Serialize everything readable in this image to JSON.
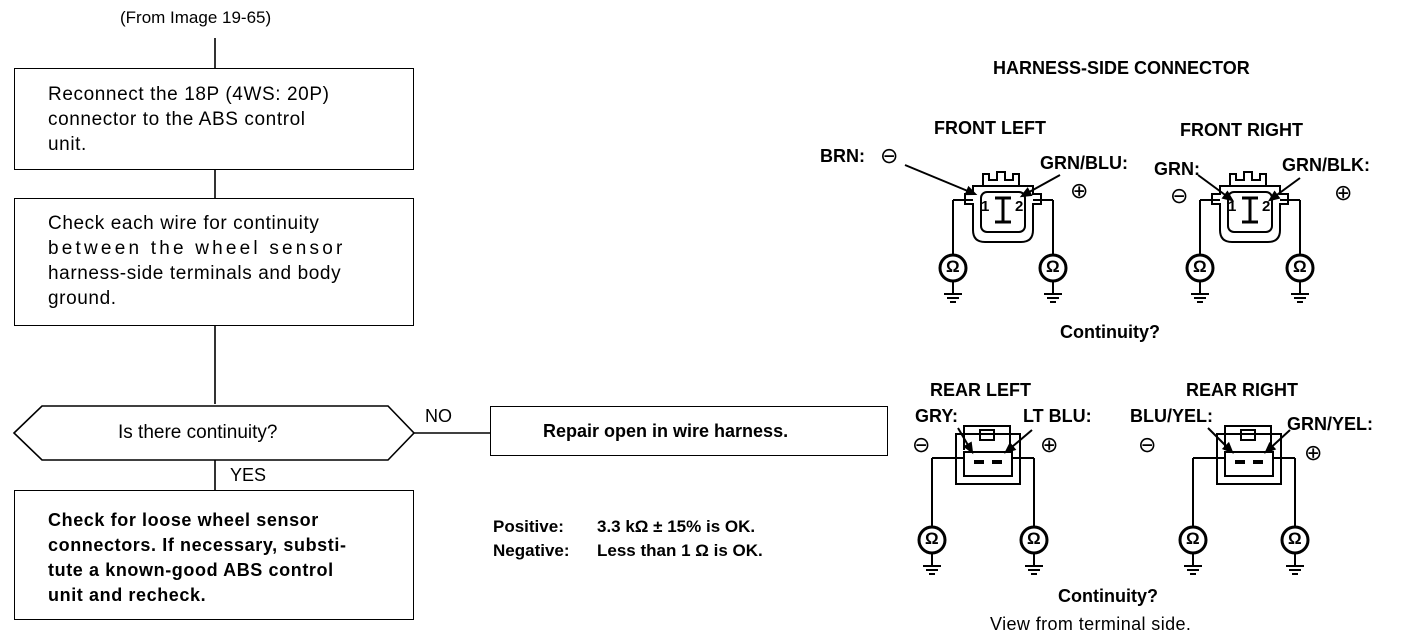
{
  "flow": {
    "from_note": "(From Image 19-65)",
    "step1": [
      "Reconnect the 18P (4WS: 20P)",
      "connector to the ABS control",
      "unit."
    ],
    "step2": [
      "Check each wire for continuity",
      "between the wheel sensor",
      "harness-side terminals and body",
      "ground."
    ],
    "decision": "Is there continuity?",
    "no_label": "NO",
    "yes_label": "YES",
    "repair": "Repair open in wire harness.",
    "result": [
      "Check for loose wheel sensor",
      "connectors. If necessary, substi-",
      "tute a known-good ABS control",
      "unit and recheck."
    ]
  },
  "spec": {
    "positive_label": "Positive:",
    "positive_value": "3.3 kΩ ± 15% is OK.",
    "negative_label": "Negative:",
    "negative_value": "Less than 1 Ω is OK."
  },
  "connectors": {
    "title": "HARNESS-SIDE CONNECTOR",
    "front_left": {
      "title": "FRONT LEFT",
      "wire_a": "BRN:",
      "wire_b": "GRN/BLU:"
    },
    "front_right": {
      "title": "FRONT RIGHT",
      "wire_a": "GRN:",
      "wire_b": "GRN/BLK:"
    },
    "continuity_top": "Continuity?",
    "rear_left": {
      "title": "REAR LEFT",
      "wire_a": "GRY:",
      "wire_b": "LT BLU:"
    },
    "rear_right": {
      "title": "REAR RIGHT",
      "wire_a": "BLU/YEL:",
      "wire_b": "GRN/YEL:"
    },
    "continuity_bottom": "Continuity?",
    "view_note": "View from terminal side.",
    "pin_1": "1",
    "pin_2": "2",
    "minus_symbol": "⊖",
    "plus_symbol": "⊕",
    "ohm_symbol": "Ω"
  }
}
